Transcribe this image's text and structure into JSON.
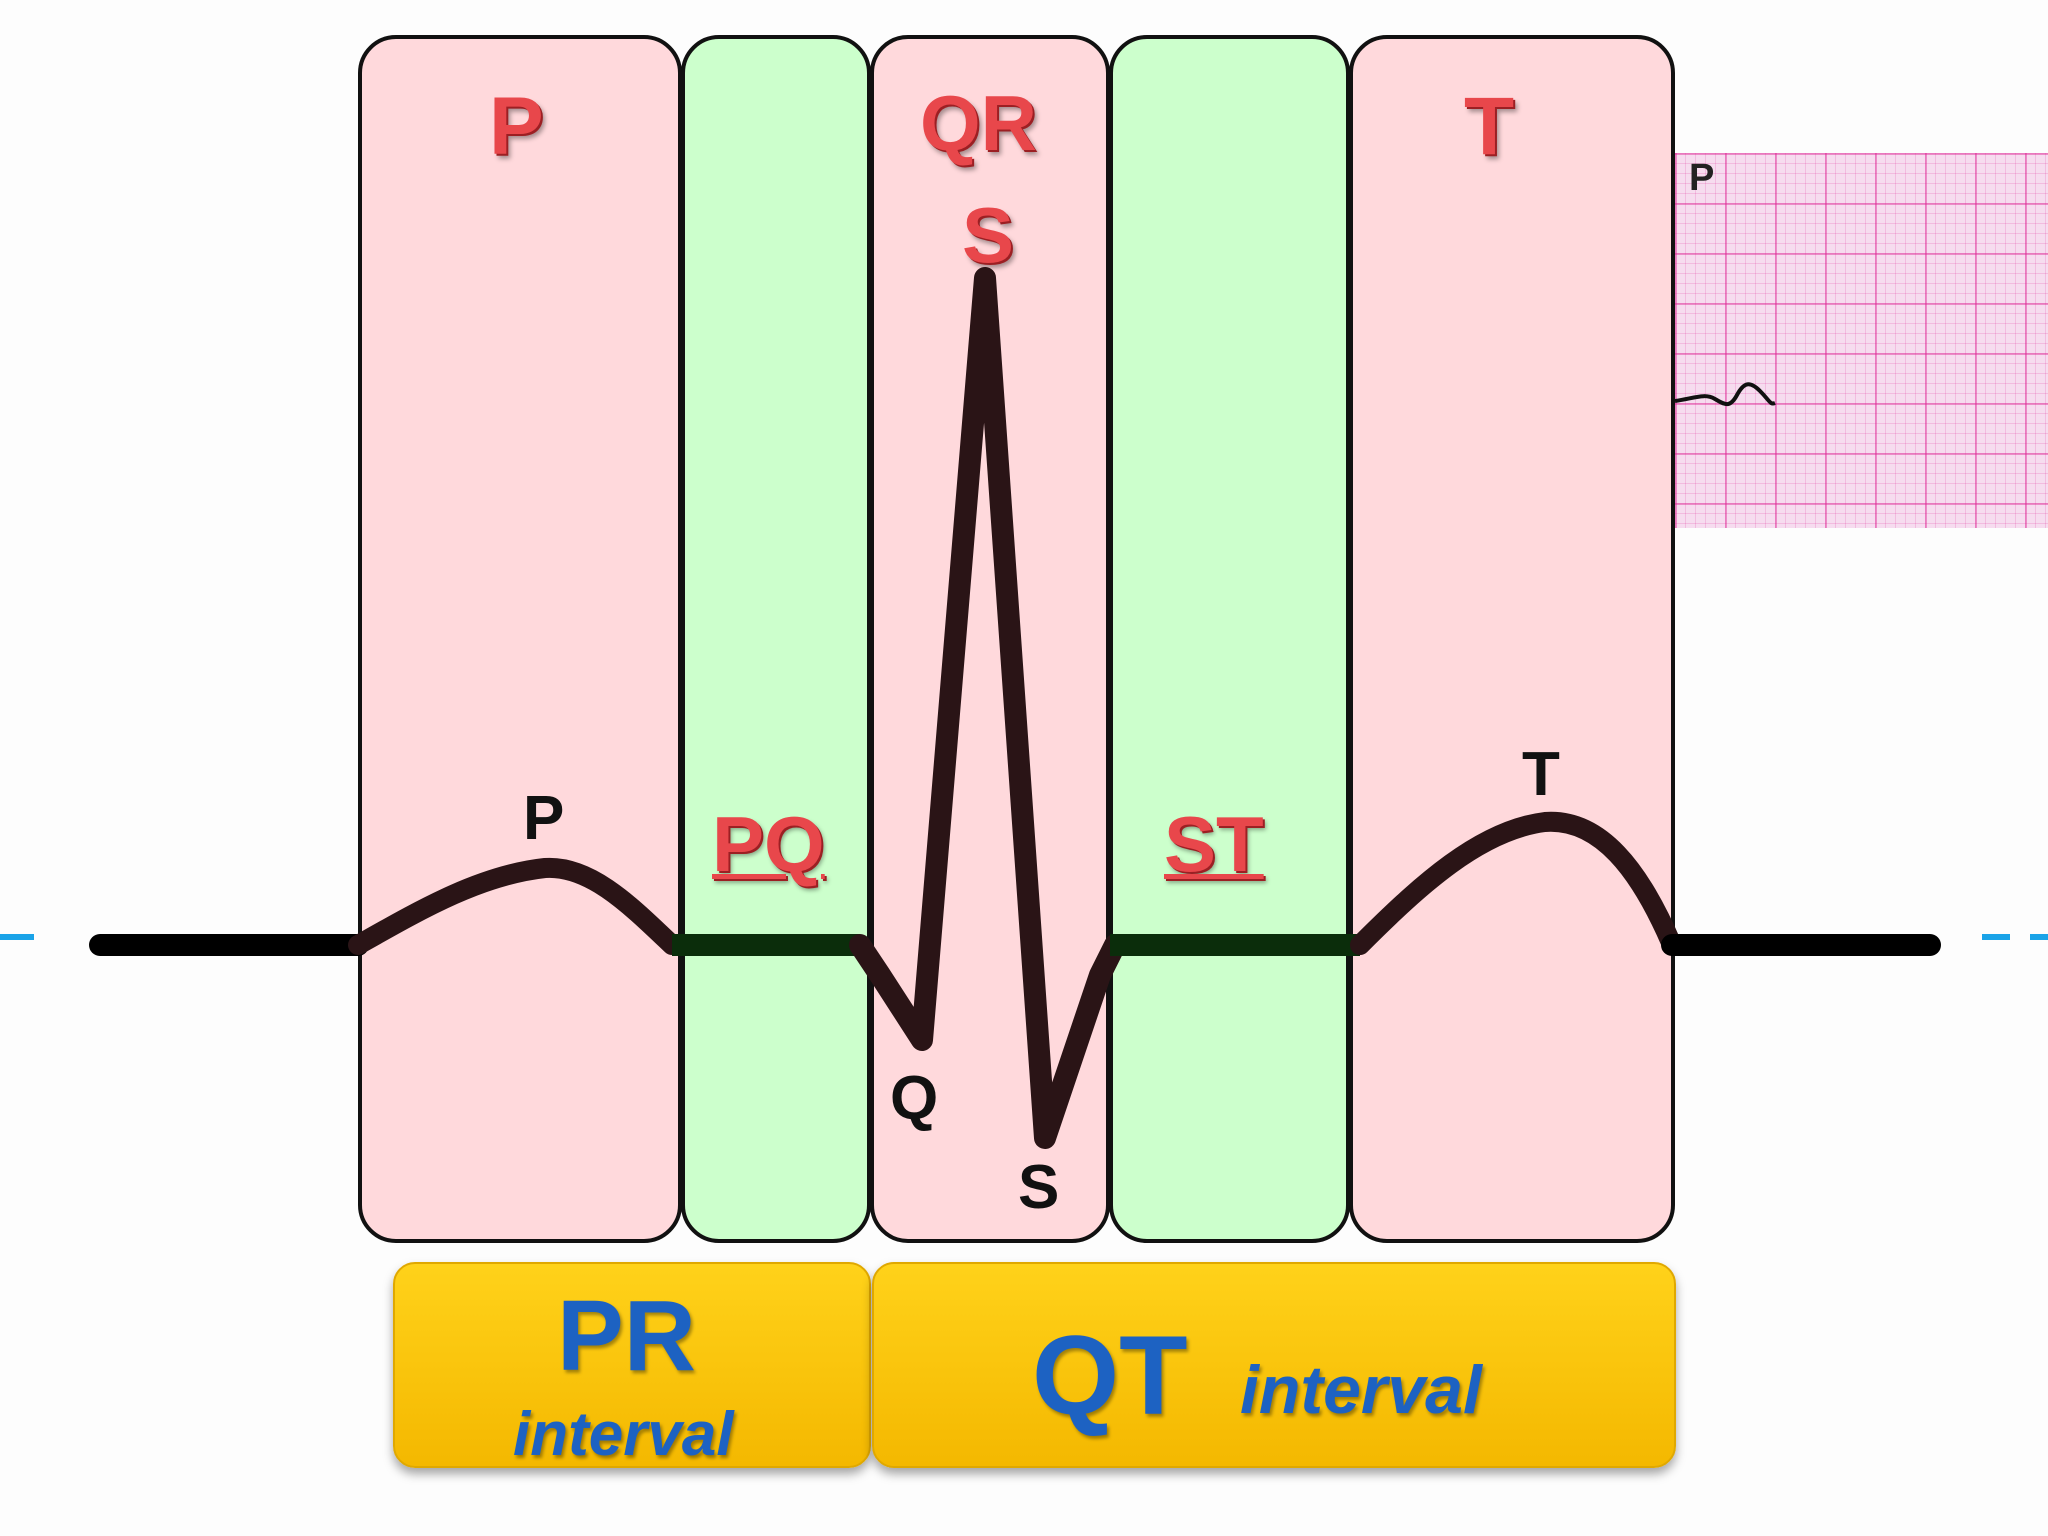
{
  "segments": {
    "p": "P",
    "pq": "PQ",
    "qrs_line1": "QR",
    "qrs_line2": "S",
    "st": "ST",
    "t": "T"
  },
  "waves": {
    "p": "P",
    "q": "Q",
    "s": "S",
    "t": "T"
  },
  "intervals": {
    "pr_main": "PR",
    "pr_sub": "interval",
    "qt_main": "QT",
    "qt_sub": "interval"
  },
  "inset": {
    "label": "P"
  },
  "colors": {
    "wave_segment": "#ffd9dc",
    "interval_segment": "#ccffcc",
    "heading_red": "#e8474b",
    "interval_box": "#ffd21a",
    "interval_text": "#1d62c2",
    "baseline_dash": "#1aa3e8"
  }
}
